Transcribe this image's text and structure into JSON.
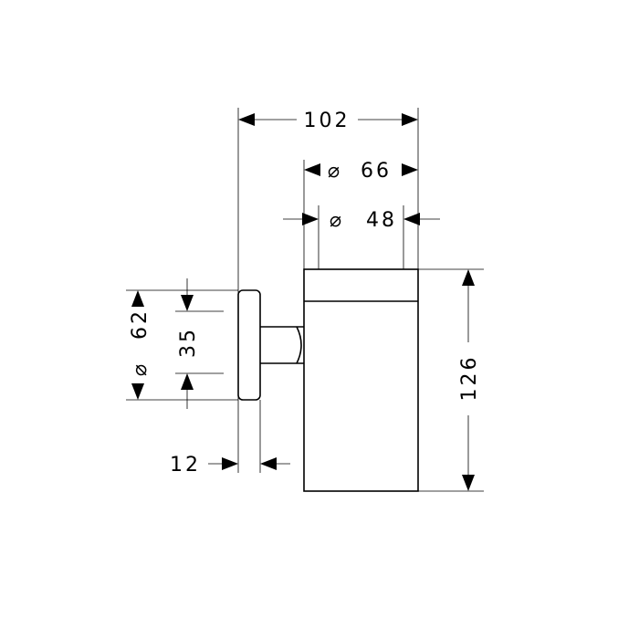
{
  "dimensions": {
    "overall_width": "102",
    "outer_diameter_prefix": "⌀",
    "outer_diameter": "66",
    "inner_diameter_prefix": "⌀",
    "inner_diameter": "48",
    "height": "126",
    "rosette_diameter_prefix": "⌀",
    "rosette_diameter": "62",
    "arm_offset": "35",
    "rosette_depth": "12"
  }
}
